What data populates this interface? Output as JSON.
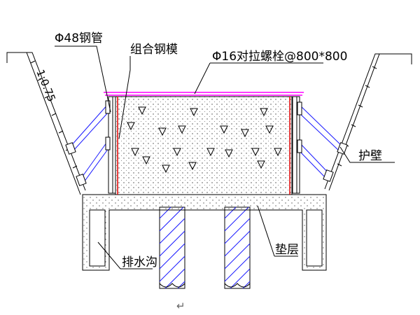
{
  "labels": {
    "steel_pipe": "Φ48钢管",
    "steel_formwork": "组合钢模",
    "tie_bolt": "Φ16对拉螺栓@800*800",
    "slope_ratio": "1:0.75",
    "retaining_wall": "护壁",
    "drainage_ditch": "排水沟",
    "cushion_layer": "垫层",
    "paragraph_mark": "↵"
  },
  "colors": {
    "line": "#000000",
    "brace": "#1a1aff",
    "formwork": "#e00000",
    "tie_bolt": "#ff00ff",
    "pile": "#1a1aff"
  }
}
